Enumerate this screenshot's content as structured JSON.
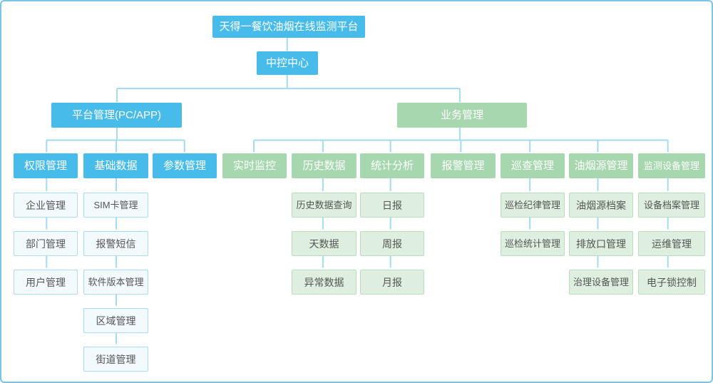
{
  "diagram": {
    "title": "天得一餐饮油烟在线监测平台",
    "root": {
      "label": "天得一餐饮油烟在线监测平台"
    },
    "hub": {
      "label": "中控中心"
    },
    "branches": [
      {
        "label": "平台管理(PC/APP)",
        "theme": "blue",
        "columns": [
          {
            "label": "权限管理",
            "children": [
              {
                "label": "企业管理"
              },
              {
                "label": "部门管理"
              },
              {
                "label": "用户管理"
              }
            ]
          },
          {
            "label": "基础数据",
            "children": [
              {
                "label": "SIM卡管理"
              },
              {
                "label": "报警短信"
              },
              {
                "label": "软件版本管理"
              },
              {
                "label": "区域管理"
              },
              {
                "label": "街道管理"
              }
            ]
          },
          {
            "label": "参数管理",
            "children": []
          }
        ]
      },
      {
        "label": "业务管理",
        "theme": "green",
        "columns": [
          {
            "label": "实时监控",
            "children": []
          },
          {
            "label": "历史数据",
            "children": [
              {
                "label": "历史数据查询"
              },
              {
                "label": "天数据"
              },
              {
                "label": "异常数据"
              }
            ]
          },
          {
            "label": "统计分析",
            "children": [
              {
                "label": "日报"
              },
              {
                "label": "周报"
              },
              {
                "label": "月报"
              }
            ]
          },
          {
            "label": "报警管理",
            "children": []
          },
          {
            "label": "巡查管理",
            "children": [
              {
                "label": "巡检纪律管理"
              },
              {
                "label": "巡检统计管理"
              }
            ]
          },
          {
            "label": "油烟源管理",
            "children": [
              {
                "label": "油烟源档案"
              },
              {
                "label": "排放口管理"
              },
              {
                "label": "治理设备管理"
              }
            ]
          },
          {
            "label": "监测设备管理",
            "children": [
              {
                "label": "设备档案管理"
              },
              {
                "label": "运维管理"
              },
              {
                "label": "电子锁控制"
              }
            ]
          }
        ]
      }
    ],
    "colors": {
      "header_blue": "#47BCEA",
      "header_green": "#A6D7AE",
      "child_blue_bg": "#F3FAFE",
      "child_blue_border": "#A9DCF4",
      "child_green_bg": "#DEEFE0",
      "child_green_border": "#B8DFBD",
      "connector_line": "#A3DAF3",
      "frame_border": "#79C5E9",
      "header_text": "#FFFFFF",
      "child_text": "#555555"
    }
  }
}
